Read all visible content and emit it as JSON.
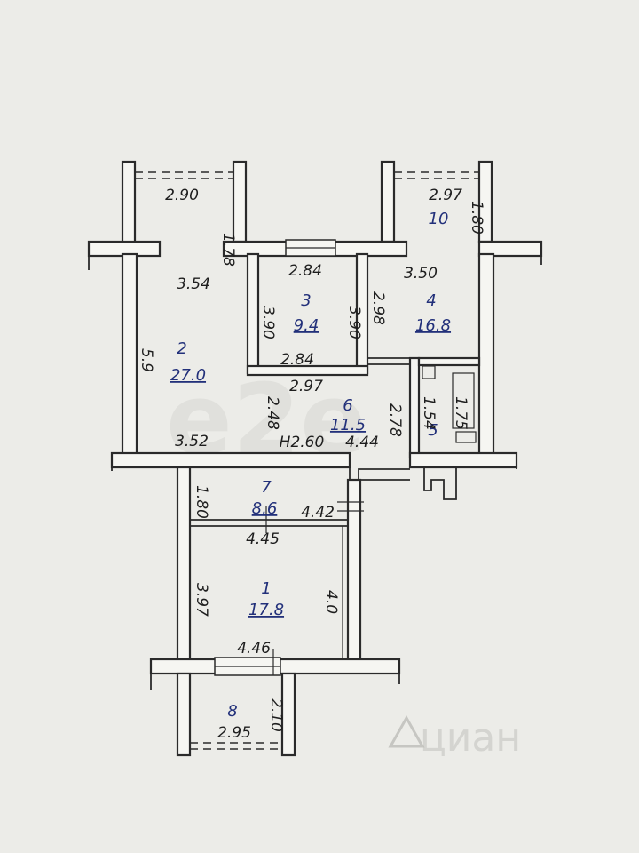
{
  "watermarks": {
    "center": "e2e",
    "corner": "циан"
  },
  "rooms": {
    "r1": {
      "number": "1",
      "area": "17.8"
    },
    "r2": {
      "number": "2",
      "area": "27.0"
    },
    "r3": {
      "number": "3",
      "area": "9.4"
    },
    "r4": {
      "number": "4",
      "area": "16.8"
    },
    "r5": {
      "number": "5"
    },
    "r6": {
      "number": "6",
      "area": "11.5"
    },
    "r7": {
      "number": "7",
      "area": "8.6"
    },
    "r8": {
      "number": "8"
    },
    "r10": {
      "number": "10"
    }
  },
  "dims": {
    "d_290": "2.90",
    "d_178": "1.78",
    "d_297_top": "2.97",
    "d_180_top": "1.80",
    "d_354": "3.54",
    "d_284_top": "2.84",
    "d_350": "3.50",
    "d_390_left": "3.90",
    "d_390_right": "3.90",
    "d_298": "2.98",
    "d_59": "5.9",
    "d_284_bot": "2.84",
    "d_297_mid": "2.97",
    "d_248": "2.48",
    "d_278": "2.78",
    "d_154": "1.54",
    "d_175": "1.75",
    "d_352": "3.52",
    "d_h260": "H2.60",
    "d_444": "4.44",
    "d_180_mid": "1.80",
    "d_442": "4.42",
    "d_445": "4.45",
    "d_397": "3.97",
    "d_40": "4.0",
    "d_446": "4.46",
    "d_295": "2.95",
    "d_210": "2.10"
  }
}
